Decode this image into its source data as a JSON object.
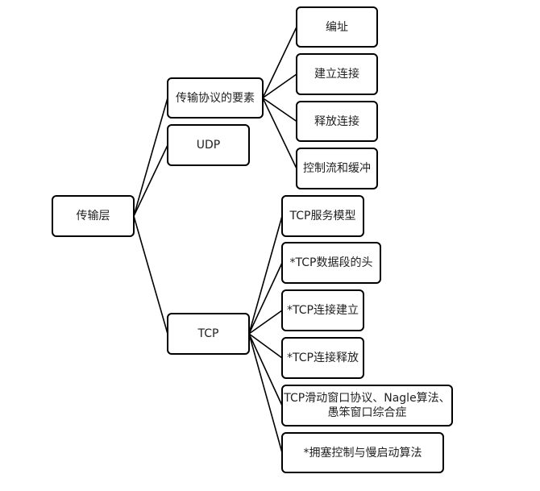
{
  "root": {
    "id": "root",
    "label": "传输层"
  },
  "level1": [
    {
      "id": "elements",
      "label": "传输协议的要素"
    },
    {
      "id": "udp",
      "label": "UDP"
    },
    {
      "id": "tcp",
      "label": "TCP"
    }
  ],
  "elements_children": [
    {
      "id": "addressing",
      "label": "编址"
    },
    {
      "id": "establish",
      "label": "建立连接"
    },
    {
      "id": "release",
      "label": "释放连接"
    },
    {
      "id": "flow",
      "label": "控制流和缓冲"
    }
  ],
  "tcp_children": [
    {
      "id": "service-model",
      "label": "TCP服务模型"
    },
    {
      "id": "segment-header",
      "label": "*TCP数据段的头"
    },
    {
      "id": "conn-establish",
      "label": "*TCP连接建立"
    },
    {
      "id": "conn-release",
      "label": "*TCP连接释放"
    },
    {
      "id": "sliding-window",
      "label": "TCP滑动窗口协议、Nagle算法、\n愚笨窗口综合症"
    },
    {
      "id": "congestion",
      "label": "*拥塞控制与慢启动算法"
    }
  ],
  "edges": [
    [
      "root",
      "elements"
    ],
    [
      "root",
      "udp"
    ],
    [
      "root",
      "tcp"
    ],
    [
      "elements",
      "addressing"
    ],
    [
      "elements",
      "establish"
    ],
    [
      "elements",
      "release"
    ],
    [
      "elements",
      "flow"
    ],
    [
      "tcp",
      "service-model"
    ],
    [
      "tcp",
      "segment-header"
    ],
    [
      "tcp",
      "conn-establish"
    ],
    [
      "tcp",
      "conn-release"
    ],
    [
      "tcp",
      "sliding-window"
    ],
    [
      "tcp",
      "congestion"
    ]
  ]
}
